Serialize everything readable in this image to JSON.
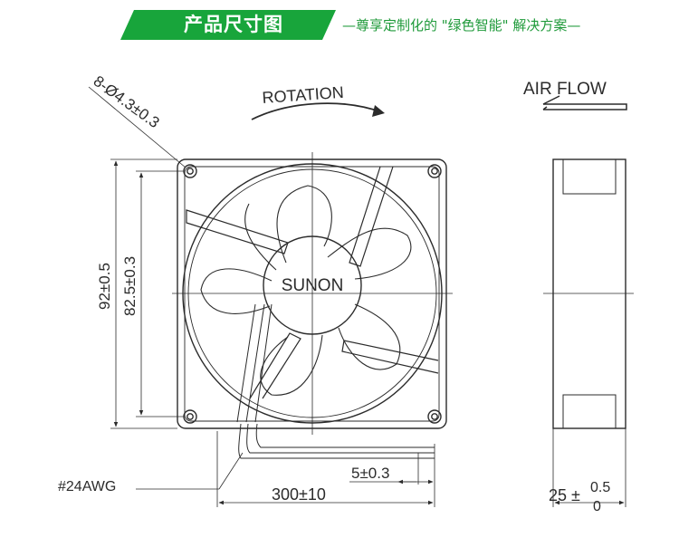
{
  "header": {
    "title": "产品尺寸图",
    "slogan": "—尊享定制化的 \"绿色智能\" 解决方案—",
    "accent_color": "#18a53b"
  },
  "drawing": {
    "hole_callout": "8-Ø4.3±0.3",
    "rotation_label": "ROTATION",
    "airflow_label": "AIR FLOW",
    "brand": "SUNON",
    "height_dim": "92±0.5",
    "hole_pitch_dim": "82.5±0.3",
    "wire_gauge": "#24AWG",
    "lead_length": "300±10",
    "strip_length": "5±0.3",
    "depth_base": "25 ±",
    "depth_upper_tol": "0.5",
    "depth_lower_tol": "0",
    "line_color": "#2b2b2b"
  }
}
